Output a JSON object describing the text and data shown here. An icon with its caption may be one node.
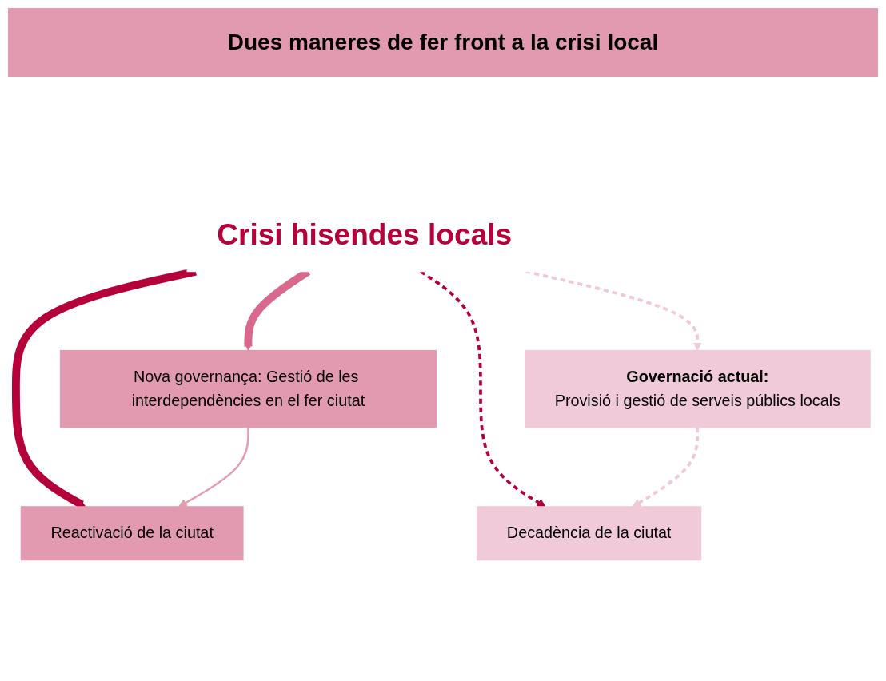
{
  "diagram": {
    "title": "Dues maneres de fer front a la crisi local",
    "nodes": [
      {
        "text": [
          "Reactivació de la ciutat"
        ]
      },
      {
        "text": [
          "Governació actual:",
          "Provisió i gestió de serveis públics locals"
        ]
      },
      {
        "text": [
          "Crisi hisendes locals"
        ]
      },
      {
        "text": [
          "Nova governança: Gestió de les interdependències en el fer ciutat"
        ]
      },
      {
        "text": [
          "Decadència de la ciutat"
        ]
      }
    ],
    "edges": [
      {
        "from": 2,
        "to": 0,
        "arrow": "to",
        "style": "thick",
        "color": "#b5003a"
      },
      {
        "from": 2,
        "to": 1,
        "arrow": "to",
        "style": "dashed",
        "color": "#f0c8d6"
      },
      {
        "from": 2,
        "to": 3,
        "arrow": "to",
        "style": "thick",
        "color": "#d8698c"
      },
      {
        "from": 2,
        "to": 4,
        "arrow": "to",
        "style": "dashed",
        "color": "#b5003a"
      },
      {
        "from": 3,
        "to": 0,
        "arrow": "to",
        "color": "#e49cb2"
      },
      {
        "from": 1,
        "to": 4,
        "arrow": "to",
        "style": "dashed",
        "color": "#f0c8d6"
      }
    ]
  }
}
